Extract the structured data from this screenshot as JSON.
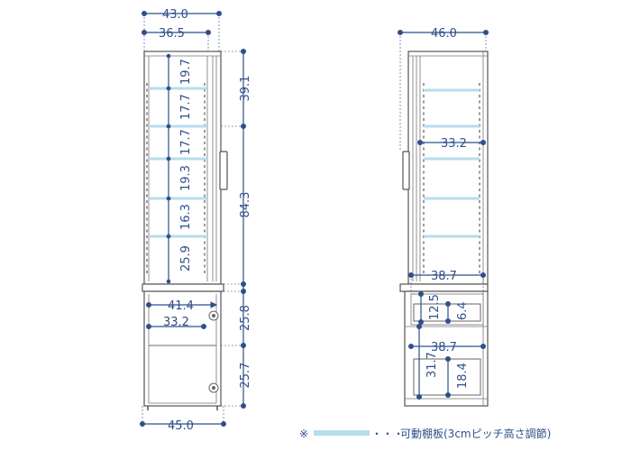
{
  "colors": {
    "outline": "#555555",
    "dimension": "#2f4f8a",
    "shelf": "#b7dcee",
    "cabinet_fill": "#ffffff",
    "hole": "#9a9a9a"
  },
  "front_view": {
    "widths": {
      "overall_top": "43.0",
      "inner_top": "36.5",
      "bottom": "45.0",
      "lower_inner": "41.4",
      "lower_shelf_depth": "33.2"
    },
    "upper_shelf_spacings": [
      "19.7",
      "17.7",
      "17.7",
      "19.3",
      "16.3",
      "25.9"
    ],
    "right_heights": [
      "39.1",
      "84.3",
      "25.8",
      "25.7"
    ]
  },
  "side_view": {
    "width_top": "46.0",
    "shelf_depth": "33.2",
    "drawer_width": "38.7",
    "drawer_height": "12.5",
    "drawer_inner_height": "6.4",
    "lower_width": "38.7",
    "lower_height": "31.7",
    "lower_inner_height": "18.4"
  },
  "legend": {
    "mark": "※",
    "dots": "・・・",
    "text": "可動棚板(3cmピッチ高さ調節)"
  }
}
